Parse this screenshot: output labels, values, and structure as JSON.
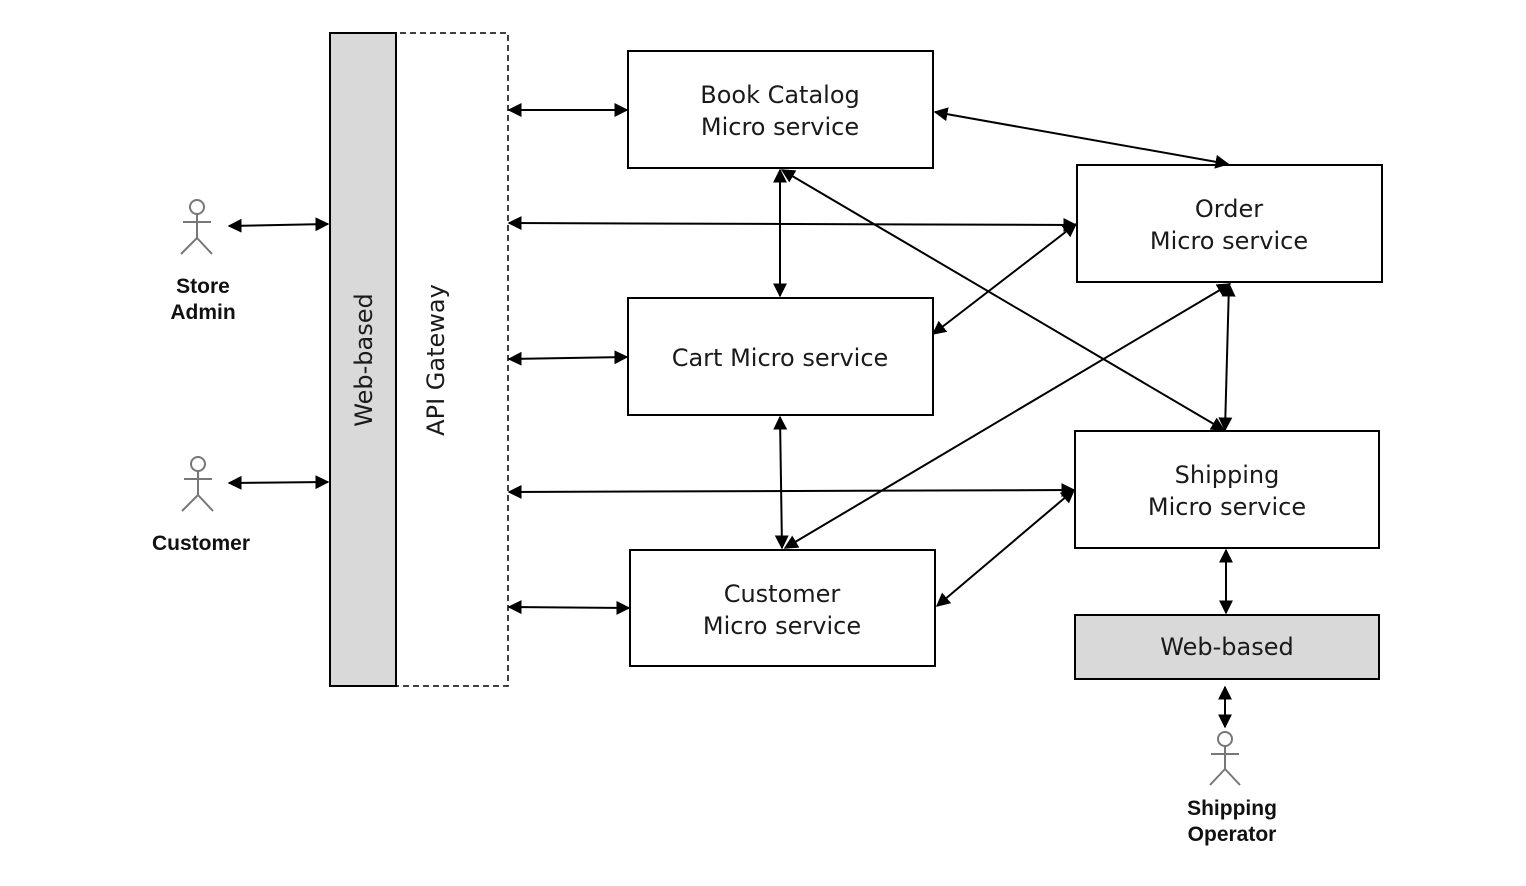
{
  "left_panel": {
    "web_label": "Web-based",
    "gateway_label": "API Gateway",
    "colors": {
      "web_fill": "#d9d9d9",
      "border": "#000000"
    }
  },
  "actors": {
    "store_admin": {
      "line1": "Store",
      "line2": "Admin"
    },
    "customer": {
      "line1": "Customer"
    },
    "shipping_operator": {
      "line1": "Shipping",
      "line2": "Operator"
    }
  },
  "services": {
    "book_catalog": {
      "line1": "Book Catalog",
      "line2": "Micro service"
    },
    "cart": {
      "line1": "Cart Micro service"
    },
    "customer": {
      "line1": "Customer",
      "line2": "Micro service"
    },
    "order": {
      "line1": "Order",
      "line2": "Micro service"
    },
    "shipping": {
      "line1": "Shipping",
      "line2": "Micro service"
    }
  },
  "shipping_web": {
    "label": "Web-based",
    "fill": "#d9d9d9"
  },
  "edges": [
    {
      "from": "store-admin",
      "to": "web-based",
      "type": "bidirectional"
    },
    {
      "from": "customer",
      "to": "web-based",
      "type": "bidirectional"
    },
    {
      "from": "api-gateway",
      "to": "book-catalog-service",
      "type": "bidirectional"
    },
    {
      "from": "api-gateway",
      "to": "order-service",
      "type": "bidirectional"
    },
    {
      "from": "api-gateway",
      "to": "cart-service",
      "type": "bidirectional"
    },
    {
      "from": "api-gateway",
      "to": "shipping-service",
      "type": "bidirectional"
    },
    {
      "from": "api-gateway",
      "to": "customer-service",
      "type": "bidirectional"
    },
    {
      "from": "book-catalog-service",
      "to": "order-service",
      "type": "bidirectional"
    },
    {
      "from": "book-catalog-service",
      "to": "cart-service",
      "type": "bidirectional"
    },
    {
      "from": "book-catalog-service",
      "to": "shipping-service",
      "type": "bidirectional"
    },
    {
      "from": "cart-service",
      "to": "order-service",
      "type": "bidirectional"
    },
    {
      "from": "cart-service",
      "to": "customer-service",
      "type": "bidirectional"
    },
    {
      "from": "customer-service",
      "to": "order-service",
      "type": "bidirectional"
    },
    {
      "from": "customer-service",
      "to": "shipping-service",
      "type": "bidirectional"
    },
    {
      "from": "order-service",
      "to": "shipping-service",
      "type": "bidirectional"
    },
    {
      "from": "shipping-service",
      "to": "shipping-web-based",
      "type": "bidirectional"
    },
    {
      "from": "shipping-web-based",
      "to": "shipping-operator",
      "type": "bidirectional"
    }
  ]
}
